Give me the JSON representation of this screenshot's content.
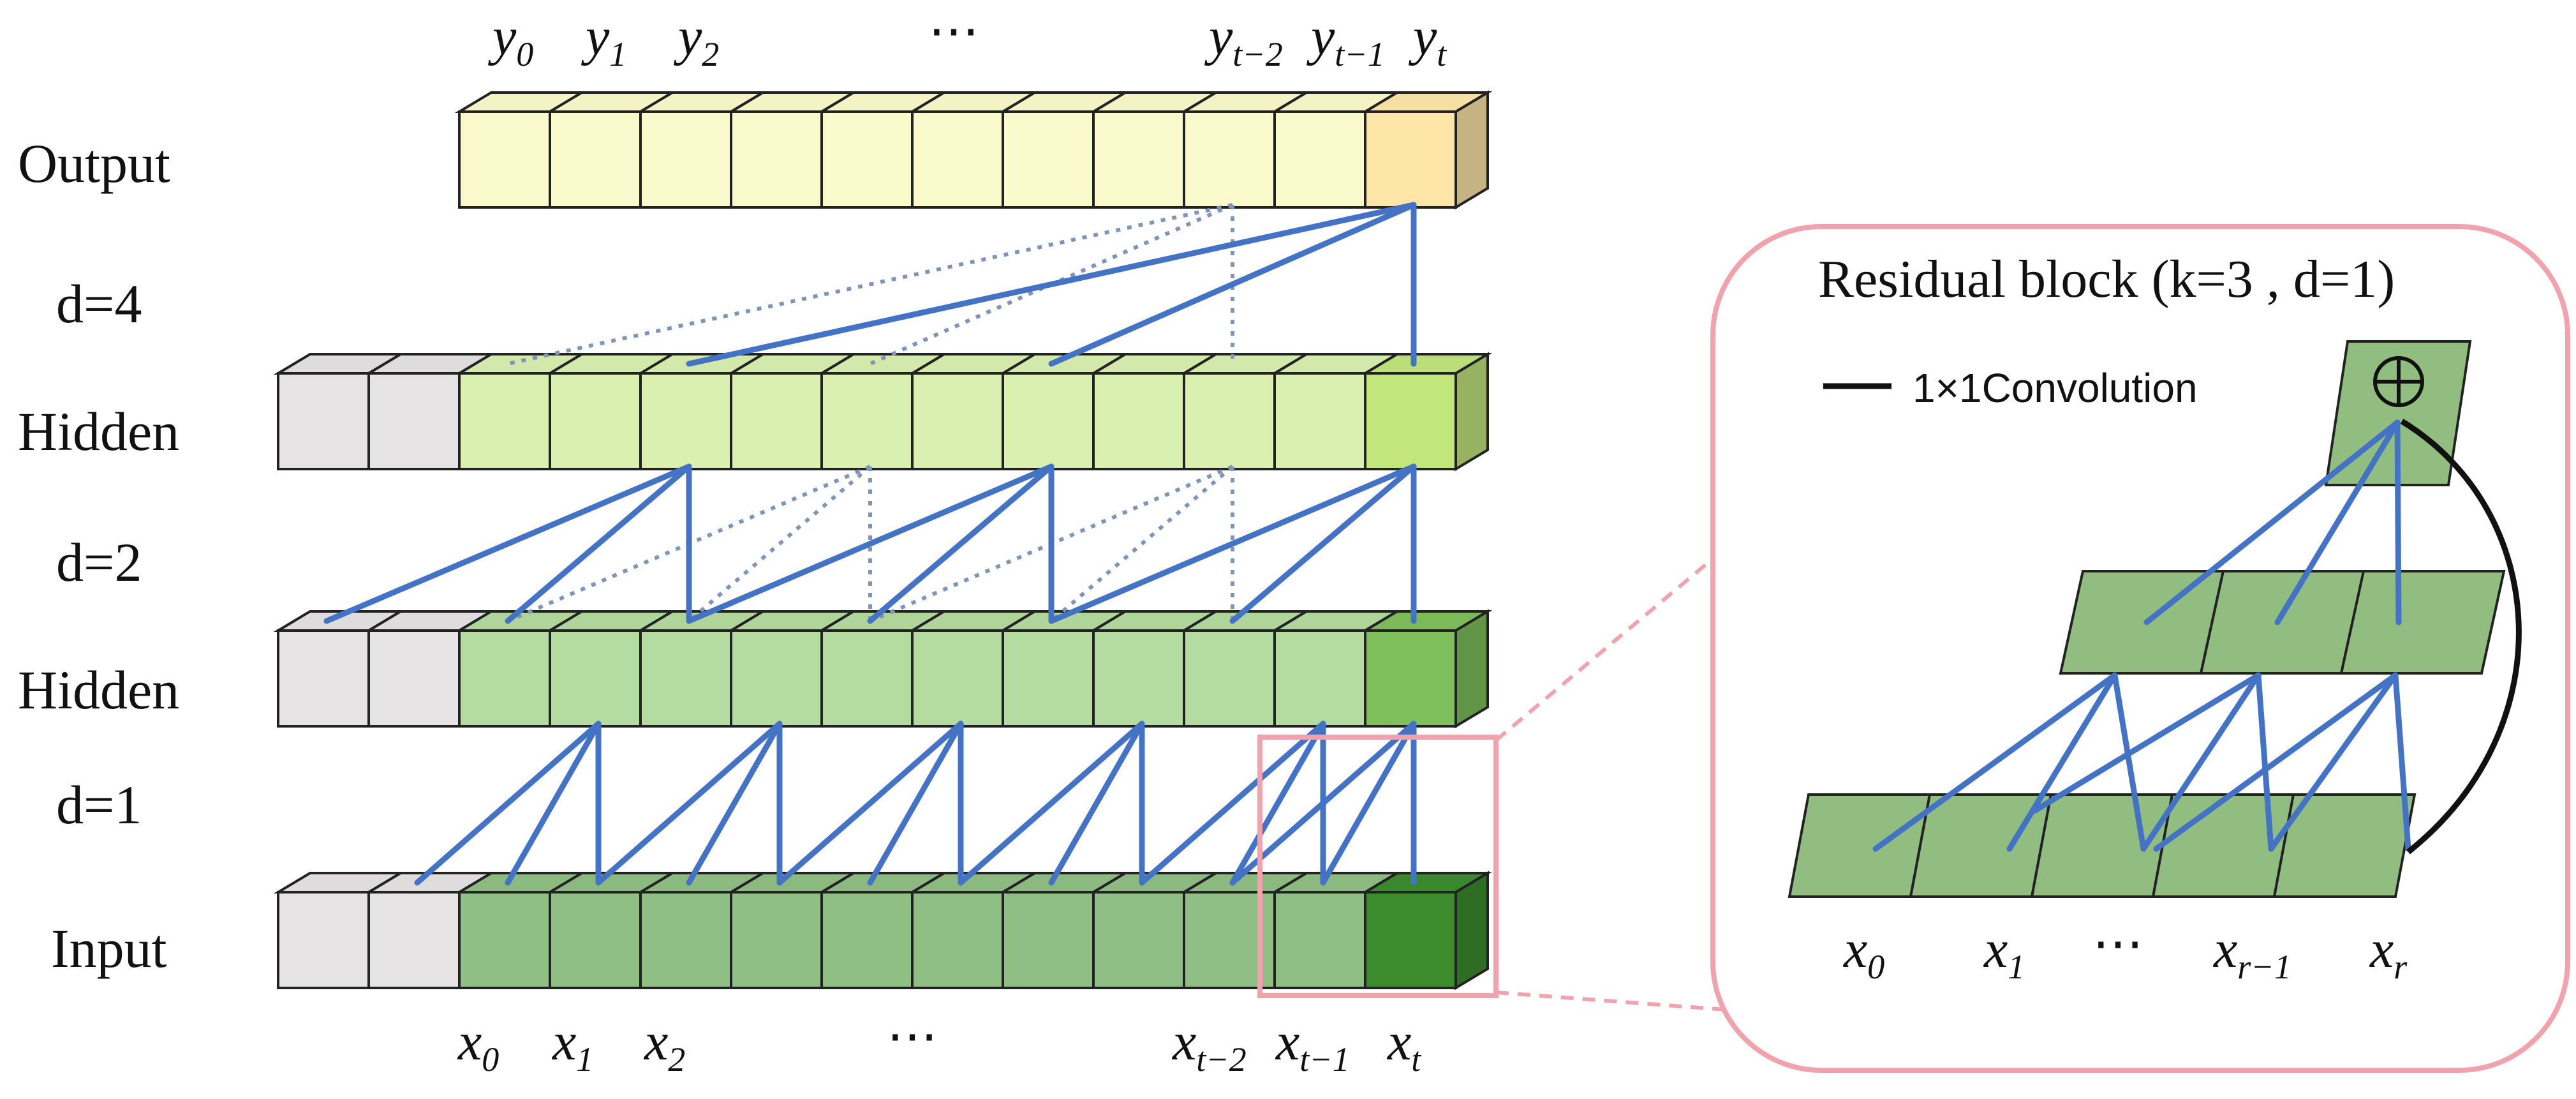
{
  "layers": [
    {
      "name": "Output",
      "cells": 11,
      "pad": 0,
      "connect_dilation": 4
    },
    {
      "name": "Hidden",
      "cells": 13,
      "pad": 2,
      "connect_dilation": 2
    },
    {
      "name": "Hidden",
      "cells": 13,
      "pad": 2,
      "connect_dilation": 1
    },
    {
      "name": "Input",
      "cells": 13,
      "pad": 2,
      "connect_dilation": null
    }
  ],
  "dilation_labels": [
    "d=4",
    "d=2",
    "d=1"
  ],
  "output_labels": [
    {
      "base": "y",
      "sub": "0"
    },
    {
      "base": "y",
      "sub": "1"
    },
    {
      "base": "y",
      "sub": "2"
    },
    {
      "base": "⋯",
      "sub": ""
    },
    {
      "base": "y",
      "sub": "t−2"
    },
    {
      "base": "y",
      "sub": "t−1"
    },
    {
      "base": "y",
      "sub": "t"
    }
  ],
  "input_labels": [
    {
      "base": "x",
      "sub": "0"
    },
    {
      "base": "x",
      "sub": "1"
    },
    {
      "base": "x",
      "sub": "2"
    },
    {
      "base": "⋯",
      "sub": ""
    },
    {
      "base": "x",
      "sub": "t−2"
    },
    {
      "base": "x",
      "sub": "t−1"
    },
    {
      "base": "x",
      "sub": "t"
    }
  ],
  "residual_block": {
    "title": "Residual block (k=3 , d=1)",
    "legend": "1×1Convolution",
    "sum_symbol": "⊕",
    "input_labels": [
      {
        "base": "x",
        "sub": "0"
      },
      {
        "base": "x",
        "sub": "1"
      },
      {
        "base": "⋯",
        "sub": ""
      },
      {
        "base": "x",
        "sub": "r−1"
      },
      {
        "base": "x",
        "sub": "r"
      }
    ]
  },
  "colors": {
    "padding": "#e6e3e5",
    "output": "#fbfacc",
    "output_last": "#fde6a8",
    "hidden2": "#d9f0b0",
    "hidden2_last": "#c2e57c",
    "hidden1": "#b4dca0",
    "hidden1_last": "#7fbf5c",
    "input": "#8fbf84",
    "input_last": "#3c8c2e",
    "block_cell": "#91bd80",
    "connection": "#4472c4",
    "connection_dotted": "#7f95b8",
    "highlight": "#f1a3ad"
  }
}
